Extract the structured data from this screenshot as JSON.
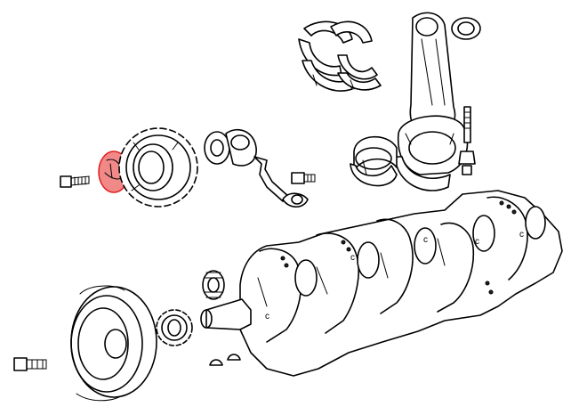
{
  "diagram": {
    "part_labels": [
      "c",
      "c",
      "c",
      "c",
      "c"
    ],
    "highlight": {
      "part": "woodruff-key",
      "fill": "rgba(230,40,40,0.55)",
      "stroke": "#e02020"
    },
    "background": "#ffffff",
    "line_color": "#000000"
  }
}
